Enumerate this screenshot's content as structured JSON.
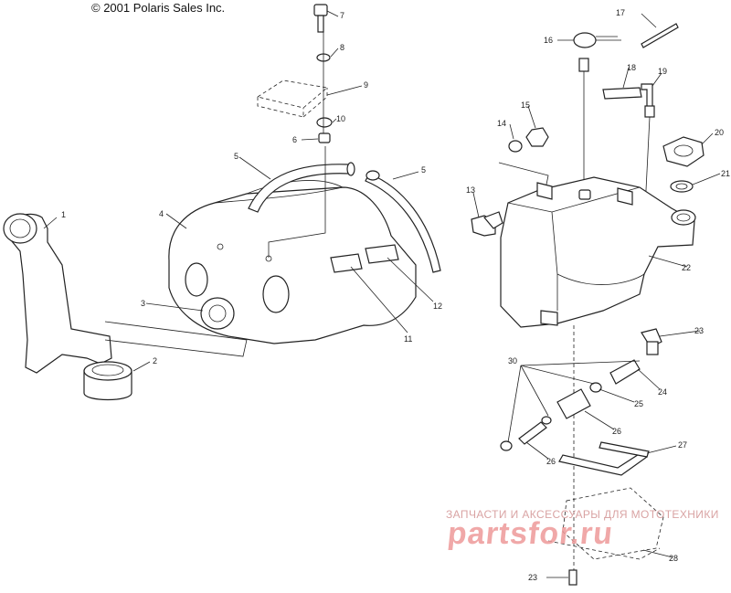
{
  "copyright": "© 2001 Polaris Sales Inc.",
  "watermark": {
    "line1": "ЗАПЧАСТИ И АКСЕССУАРЫ ДЛЯ МОТОТЕХНИКИ",
    "logo": "partsfor.ru"
  },
  "callouts": {
    "c1": "1",
    "c2": "2",
    "c3": "3",
    "c4": "4",
    "c5a": "5",
    "c5b": "5",
    "c6": "6",
    "c7": "7",
    "c8": "8",
    "c9": "9",
    "c10": "10",
    "c11": "11",
    "c12": "12",
    "c13": "13",
    "c14": "14",
    "c15": "15",
    "c16": "16",
    "c17": "17",
    "c18": "18",
    "c19": "19",
    "c20": "20",
    "c21": "21",
    "c22": "22",
    "c23a": "23",
    "c23b": "23",
    "c24": "24",
    "c25": "25",
    "c26a": "26",
    "c26b": "26",
    "c27": "27",
    "c28": "28",
    "c30": "30"
  }
}
